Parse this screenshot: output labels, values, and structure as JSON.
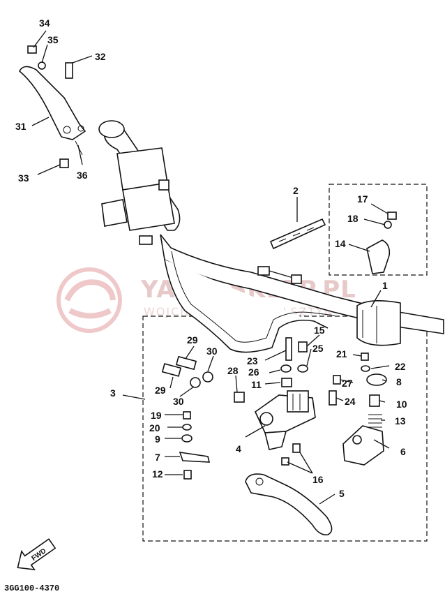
{
  "watermark": {
    "line1": "YAMA-SKLEP.PL",
    "line2": "WOJCIECHOWICZ · OLSZTYN"
  },
  "diagram_code": "3GG100-4370",
  "fwd_label": "FWD",
  "callouts": [
    {
      "id": "c1",
      "text": "1"
    },
    {
      "id": "c2",
      "text": "2"
    },
    {
      "id": "c3",
      "text": "3"
    },
    {
      "id": "c4",
      "text": "4"
    },
    {
      "id": "c5",
      "text": "5"
    },
    {
      "id": "c6",
      "text": "6"
    },
    {
      "id": "c7",
      "text": "7"
    },
    {
      "id": "c8",
      "text": "8"
    },
    {
      "id": "c9",
      "text": "9"
    },
    {
      "id": "c10",
      "text": "10"
    },
    {
      "id": "c11",
      "text": "11"
    },
    {
      "id": "c12",
      "text": "12"
    },
    {
      "id": "c13",
      "text": "13"
    },
    {
      "id": "c14",
      "text": "14"
    },
    {
      "id": "c15",
      "text": "15"
    },
    {
      "id": "c16",
      "text": "16"
    },
    {
      "id": "c17",
      "text": "17"
    },
    {
      "id": "c18",
      "text": "18"
    },
    {
      "id": "c19",
      "text": "19"
    },
    {
      "id": "c20",
      "text": "20"
    },
    {
      "id": "c21",
      "text": "21"
    },
    {
      "id": "c22",
      "text": "22"
    },
    {
      "id": "c23",
      "text": "23"
    },
    {
      "id": "c24",
      "text": "24"
    },
    {
      "id": "c25",
      "text": "25"
    },
    {
      "id": "c26",
      "text": "26"
    },
    {
      "id": "c27",
      "text": "27"
    },
    {
      "id": "c28",
      "text": "28"
    },
    {
      "id": "c29a",
      "text": "29"
    },
    {
      "id": "c29b",
      "text": "29"
    },
    {
      "id": "c30a",
      "text": "30"
    },
    {
      "id": "c30b",
      "text": "30"
    },
    {
      "id": "c31",
      "text": "31"
    },
    {
      "id": "c32",
      "text": "32"
    },
    {
      "id": "c33",
      "text": "33"
    },
    {
      "id": "c34",
      "text": "34"
    },
    {
      "id": "c35",
      "text": "35"
    },
    {
      "id": "c36",
      "text": "36"
    }
  ]
}
